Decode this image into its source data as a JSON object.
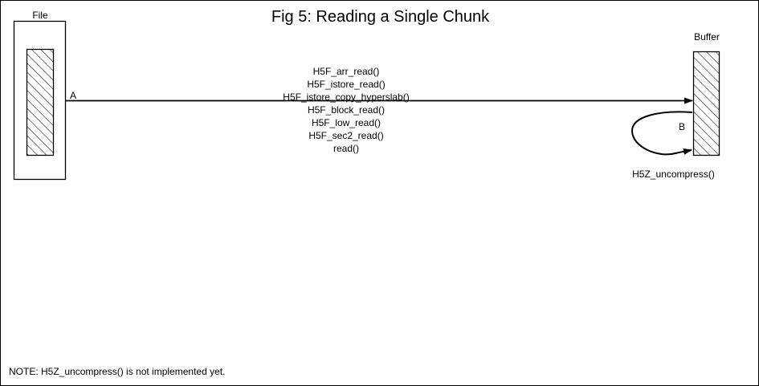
{
  "figure": {
    "title": "Fig 5:  Reading a Single Chunk",
    "note": "NOTE: H5Z_uncompress() is not implemented yet."
  },
  "nodes": {
    "file": {
      "label": "File"
    },
    "buffer": {
      "label": "Buffer"
    }
  },
  "edges": {
    "read_path": {
      "marker": "A",
      "calls": [
        "H5F_arr_read()",
        "H5F_istore_read()",
        "H5F_istore_copy_hyperslab()",
        "H5F_block_read()",
        "H5F_low_read()",
        "H5F_sec2_read()",
        "read()"
      ]
    },
    "uncompress_loop": {
      "marker": "B",
      "label": "H5Z_uncompress()"
    }
  },
  "colors": {
    "stroke": "#000000",
    "background": "#ffffff"
  }
}
